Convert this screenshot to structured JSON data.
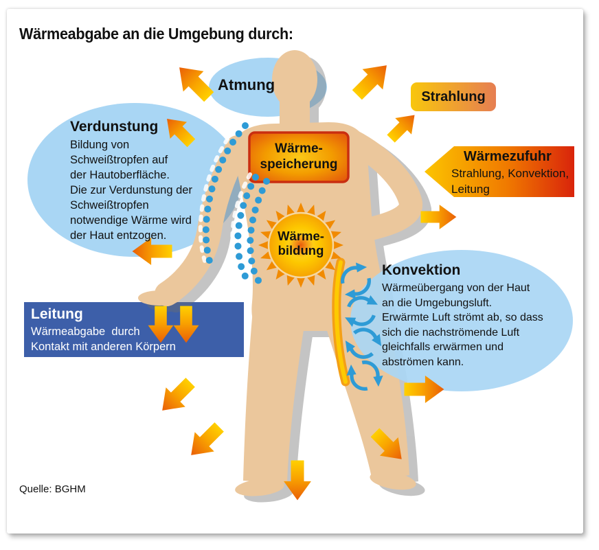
{
  "title": "Wärmeabgabe an die Umgebung durch:",
  "source": "Quelle: BGHM",
  "atmung": {
    "label": "Atmung"
  },
  "strahlung": {
    "label": "Strahlung"
  },
  "waermespeicherung": {
    "line1": "Wärme-",
    "line2": "speicherung"
  },
  "waermebildung": {
    "line1": "Wärme-",
    "line2": "bildung"
  },
  "verdunstung": {
    "heading": "Verdunstung",
    "body": "Bildung von\nSchweißtropfen auf\nder Hautoberfläche.\nDie zur Verdunstung der\nSchweißtropfen\nnotwendige Wärme wird\nder Haut entzogen."
  },
  "waermezufuhr": {
    "heading": "Wärmezufuhr",
    "body": "Strahlung, Konvektion,\nLeitung"
  },
  "konvektion": {
    "heading": "Konvektion",
    "body": "Wärmeübergang von der Haut\nan die Umgebungsluft.\nErwärmte Luft strömt ab, so dass\nsich die nachströmende Luft\ngleichfalls erwärmen und\nabströmen kann."
  },
  "leitung": {
    "heading": "Leitung",
    "body": "Wärmeabgabe  durch\nKontakt mit anderen Körpern"
  },
  "colors": {
    "ellipse_blue": "#A9D6F4",
    "leitung_blue": "#3D5FA9",
    "skin": "#EBC79C",
    "arrow_yellow": "#FFD000",
    "arrow_orange": "#ED6A00",
    "heat_red": "#E0460F",
    "drop_blue": "#2E9BD6"
  }
}
